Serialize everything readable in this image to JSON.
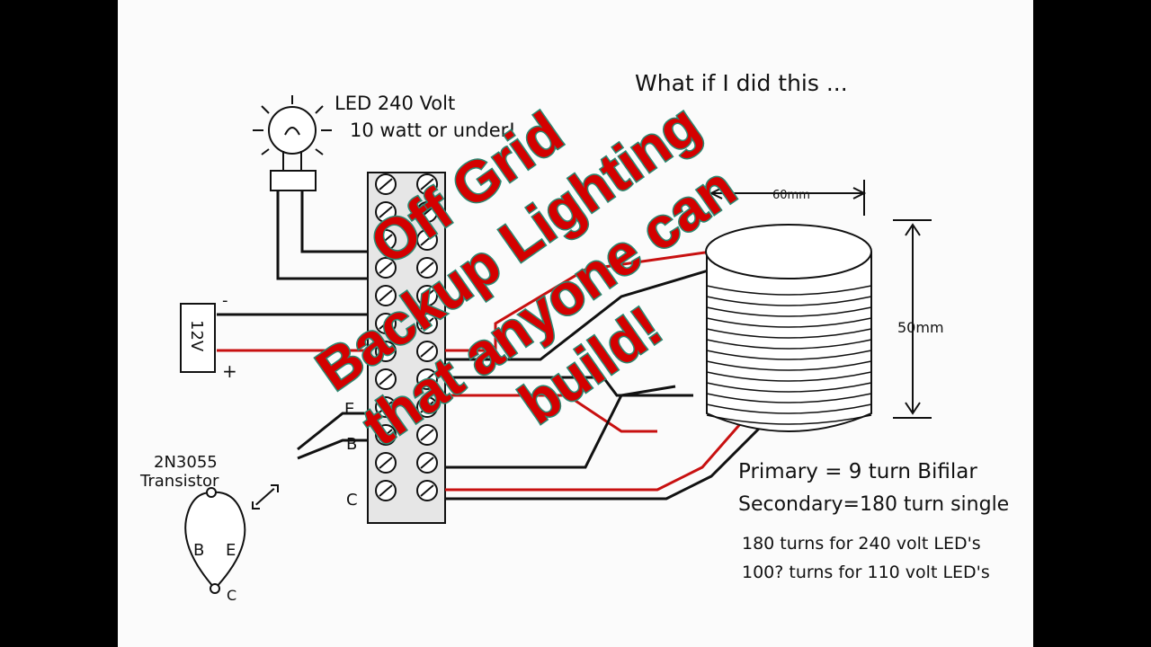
{
  "diagram": {
    "note_top": "What if I did this ...",
    "led_line1": "LED  240 Volt",
    "led_line2": "10 watt or under!",
    "dim_width": "60mm",
    "dim_height": "50mm",
    "battery": "12V",
    "battery_neg": "-",
    "battery_pos": "+",
    "pin_e": "E",
    "pin_b": "B",
    "pin_c": "C",
    "transistor_line1": "2N3055",
    "transistor_line2": "Transistor",
    "transistor_b": "B",
    "transistor_e": "E",
    "transistor_c": "C",
    "spec_line1": "Primary = 9 turn Bifilar",
    "spec_line2": "Secondary=180 turn single",
    "spec_line3": "180 turns for 240 volt LED's",
    "spec_line4": "100? turns for 110 volt LED's"
  },
  "overlay": {
    "line1": "Off Grid",
    "line2": "Backup Lighting",
    "line3": "that anyone can",
    "line4": "build!"
  },
  "colors": {
    "overlay_text": "#d40000",
    "overlay_outline": "#2a8a73",
    "wire_red": "#c81010",
    "wire_black": "#111111"
  }
}
